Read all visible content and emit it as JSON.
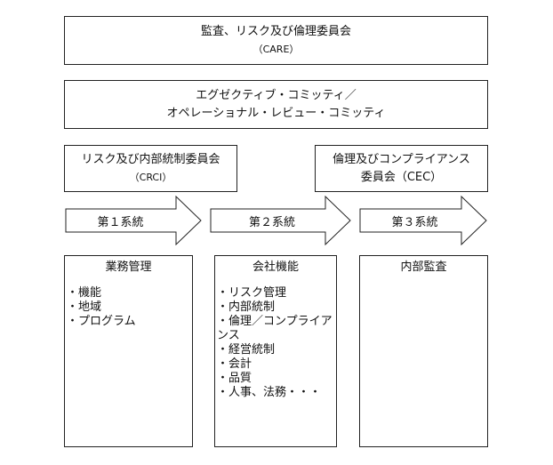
{
  "care": {
    "title": "監査、リスク及び倫理委員会",
    "abbr": "（CARE）"
  },
  "exec": {
    "line1": "エグゼクティブ・コミッティ／",
    "line2": "オペレーショナル・レビュー・コミッティ"
  },
  "crci": {
    "title": "リスク及び内部統制委員会",
    "abbr": "（CRCI）"
  },
  "cec": {
    "line1": "倫理及びコンプライアンス",
    "line2": "委員会（CEC）"
  },
  "lines": {
    "first": "第１系統",
    "second": "第２系統",
    "third": "第３系統"
  },
  "columns": {
    "business": {
      "title": "業務管理",
      "items": [
        "・機能",
        "・地域",
        "・プログラム"
      ]
    },
    "corporate": {
      "title": "会社機能",
      "items": [
        "・リスク管理",
        "・内部統制",
        "・倫理／コンプライアンス",
        "・経営統制",
        "・会計",
        "・品質",
        "・人事、法務・・・"
      ]
    },
    "audit": {
      "title": "内部監査",
      "items": []
    }
  }
}
